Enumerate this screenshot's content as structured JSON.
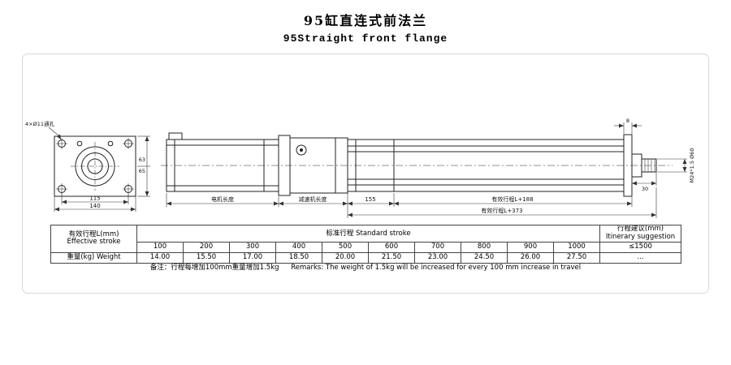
{
  "title": {
    "zh": "95缸直连式前法兰",
    "en": "95Straight front flange"
  },
  "drawing": {
    "flange": {
      "holes_note": "4×Ø11通孔",
      "dim_width_inner": "115",
      "dim_width_outer": "140",
      "dim_height_top": "63",
      "dim_height_bottom": "65"
    },
    "actuator": {
      "dim_motor": "电机长度",
      "dim_gearbox": "减速机长度",
      "dim_head": "155",
      "dim_stroke_inner": "有效行程L+188",
      "dim_stroke_total": "有效行程L+373",
      "dim_flange_thickness": "8",
      "dim_rod_ext": "30",
      "thread_spec": "M24*1.5 Ø60"
    }
  },
  "table": {
    "effective_stroke_zh": "有效行程L(mm)",
    "effective_stroke_en": "Effective stroke",
    "standard_stroke": "标准行程  Standard stroke",
    "suggestion_zh": "行程建议(mm)",
    "suggestion_en": "Itinerary suggestion",
    "strokes": [
      "100",
      "200",
      "300",
      "400",
      "500",
      "600",
      "700",
      "800",
      "900",
      "1000"
    ],
    "weight_label": "重量(kg) Weight",
    "weights": [
      "14.00",
      "15.50",
      "17.00",
      "18.50",
      "20.00",
      "21.50",
      "23.00",
      "24.50",
      "26.00",
      "27.50"
    ],
    "suggestion_value": "≤1500",
    "weight_suggestion": "...",
    "note_zh": "备注：行程每增加100mm重量增加1.5kg",
    "note_en": "Remarks: The weight of 1.5kg will be increased for every 100 mm increase in travel"
  }
}
